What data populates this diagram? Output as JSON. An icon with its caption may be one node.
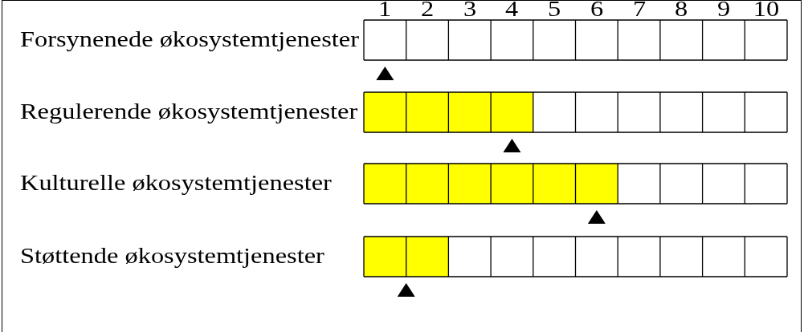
{
  "diagram": {
    "chart_data": {
      "type": "bar",
      "orientation": "horizontal",
      "categories": [
        "Forsynenede økosystemtjenester",
        "Regulerende økosystemtjenester",
        "Kulturelle økosystemtjenester",
        "Støttende økosystemtjenester"
      ],
      "series": [
        {
          "color": "#ffff00",
          "values": [
            0,
            4,
            6,
            2
          ]
        },
        {
          "type": "scatter",
          "color": "#000000",
          "values": [
            0.5,
            3.5,
            5.5,
            1
          ]
        }
      ],
      "xlim": [
        0,
        10
      ],
      "xticks": [
        {
          "value": 0.5,
          "label": "1"
        },
        {
          "value": 1.5,
          "label": "2"
        },
        {
          "value": 2.5,
          "label": "3"
        },
        {
          "value": 3.5,
          "label": "4"
        },
        {
          "value": 4.5,
          "label": "5"
        },
        {
          "value": 5.5,
          "label": "6"
        },
        {
          "value": 6.5,
          "label": "7"
        },
        {
          "value": 7.5,
          "label": "8"
        },
        {
          "value": 8.5,
          "label": "9"
        },
        {
          "value": 9.5,
          "label": "10"
        }
      ]
    }
  }
}
